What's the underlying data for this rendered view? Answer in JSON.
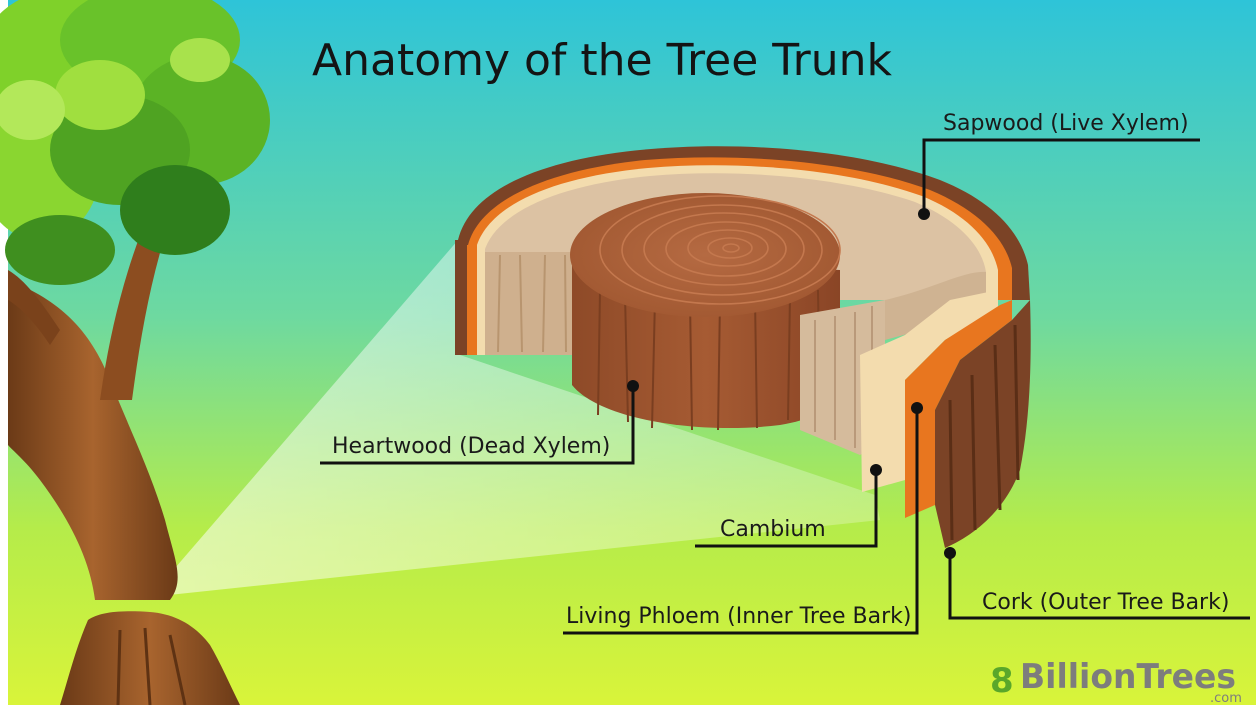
{
  "title": "Anatomy of the Tree Trunk",
  "labels": {
    "sapwood": "Sapwood (Live Xylem)",
    "heartwood": "Heartwood (Dead Xylem)",
    "cambium": "Cambium",
    "phloem": "Living Phloem (Inner Tree Bark)",
    "cork": "Cork (Outer Tree Bark)"
  },
  "brand": {
    "glyph": "8",
    "name": "BillionTrees",
    "domain": ".com"
  },
  "colors": {
    "sky_top": "#2fc6d6",
    "grass_bottom": "#d8f23a",
    "heartwood": "#a55a33",
    "sapwood": "#d9bfa2",
    "cambium": "#f1d7a8",
    "phloem": "#e8761f",
    "cork": "#7b4326",
    "foliage": "#6cc424",
    "brand_green": "#5aa72a",
    "brand_gray": "#7d7d7d"
  }
}
